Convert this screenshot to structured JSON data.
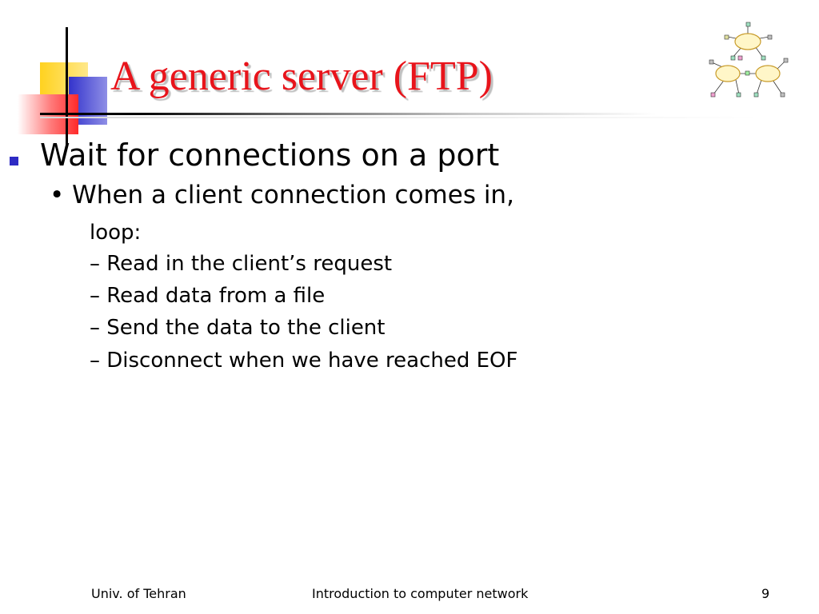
{
  "slide": {
    "title": "A generic server (FTP)",
    "bullets": {
      "level1": "Wait for connections on a port",
      "level2_marker": "•",
      "level2": "When a client connection comes in,",
      "level3": [
        "loop:",
        "– Read in the client’s request",
        "– Read data from a file",
        "– Send the data to the client",
        "– Disconnect when we have reached EOF"
      ]
    },
    "footer": {
      "left": "Univ. of Tehran",
      "center": "Introduction to computer network",
      "page_number": "9"
    }
  },
  "colors": {
    "title": "#e8141b",
    "bullet_marker": "#2e2bc4",
    "deco_yellow": "#ffd21f",
    "deco_blue": "#3333cc",
    "deco_red": "#ff3a3a"
  },
  "icons": {
    "corner_decoration": "accent-blocks-icon",
    "network": "network-clouds-icon"
  }
}
